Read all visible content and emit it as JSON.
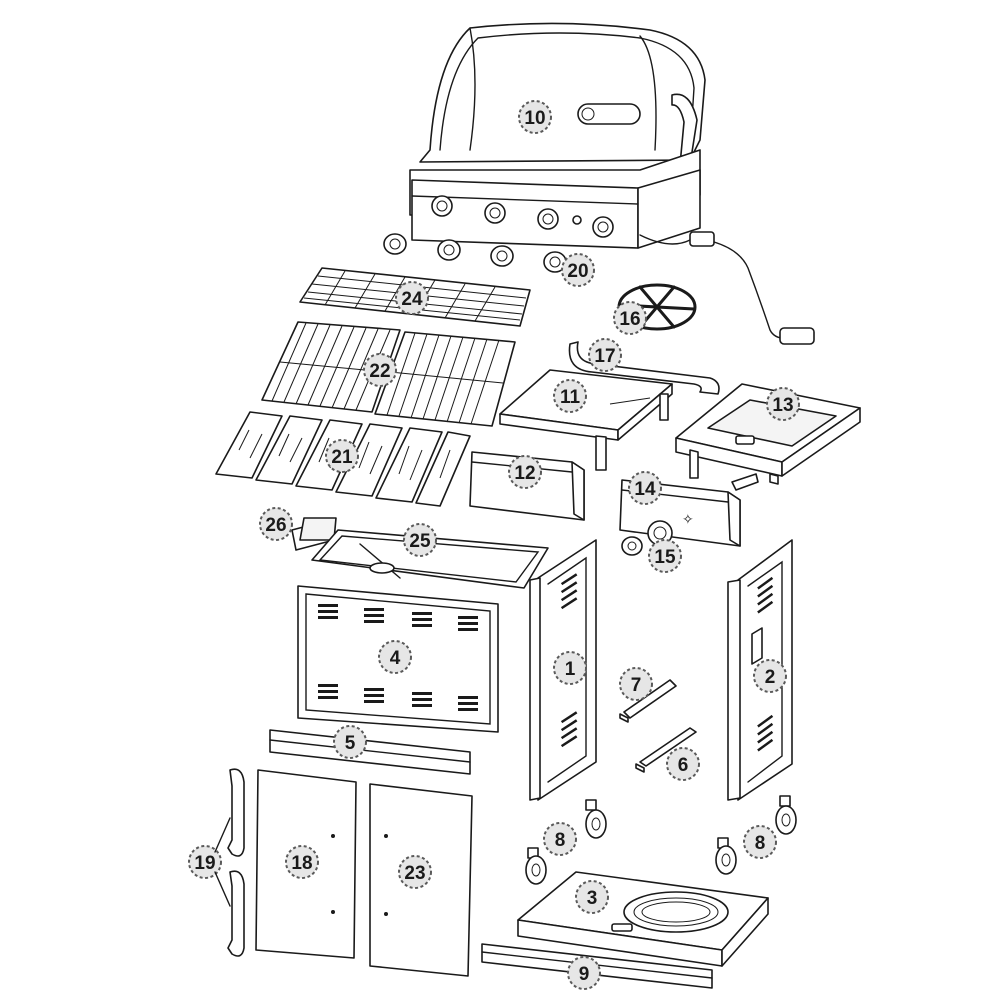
{
  "parts": [
    {
      "id": "lid",
      "label": "10"
    },
    {
      "id": "right-side-shelf-frame",
      "label": "11"
    },
    {
      "id": "side-shelf-front-panel",
      "label": "12"
    },
    {
      "id": "side-burner-shelf",
      "label": "13"
    },
    {
      "id": "side-burner-front-panel",
      "label": "14"
    },
    {
      "id": "side-burner-knob",
      "label": "15"
    },
    {
      "id": "side-burner-grate",
      "label": "16"
    },
    {
      "id": "side-shelf-handle",
      "label": "17"
    },
    {
      "id": "left-door",
      "label": "18"
    },
    {
      "id": "door-handles",
      "label": "19"
    },
    {
      "id": "control-knobs",
      "label": "20"
    },
    {
      "id": "heat-tents",
      "label": "21"
    },
    {
      "id": "cooking-grates",
      "label": "22"
    },
    {
      "id": "right-door",
      "label": "23"
    },
    {
      "id": "warming-rack",
      "label": "24"
    },
    {
      "id": "firebox-bottom",
      "label": "25"
    },
    {
      "id": "grease-cup",
      "label": "26"
    },
    {
      "id": "left-side-panel",
      "label": "1"
    },
    {
      "id": "right-side-panel",
      "label": "2"
    },
    {
      "id": "bottom-shelf",
      "label": "3"
    },
    {
      "id": "back-panel",
      "label": "4"
    },
    {
      "id": "front-brace",
      "label": "5"
    },
    {
      "id": "rear-brace",
      "label": "6"
    },
    {
      "id": "upper-brace",
      "label": "7"
    },
    {
      "id": "casters-left",
      "label": "8"
    },
    {
      "id": "casters-right",
      "label": "8"
    },
    {
      "id": "base-rail",
      "label": "9"
    }
  ]
}
